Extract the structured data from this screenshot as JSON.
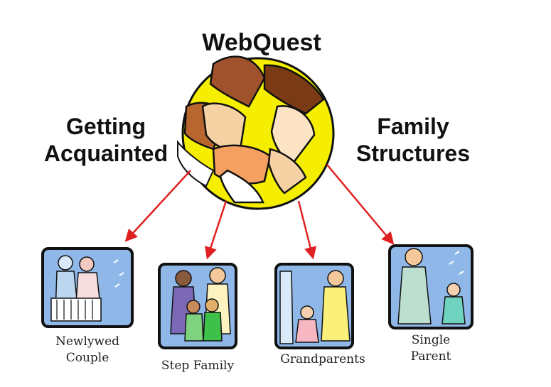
{
  "title": "WebQuest",
  "left_heading": {
    "line1": "Getting",
    "line2": "Acquainted"
  },
  "right_heading": {
    "line1": "Family",
    "line2": "Structures"
  },
  "colors": {
    "arrow": "#e02020",
    "circle": "#f5ee00",
    "panel_bg": "#8fb7e8"
  },
  "icons": [
    "joined-hands-circle-icon",
    "newlywed-couple-icon",
    "step-family-icon",
    "grandparents-icon",
    "single-parent-icon"
  ],
  "families": [
    {
      "line1": "Newlywed",
      "line2": "Couple"
    },
    {
      "line1": "Step Family",
      "line2": ""
    },
    {
      "line1": "Grandparents",
      "line2": ""
    },
    {
      "line1": "Single",
      "line2": "Parent"
    }
  ]
}
